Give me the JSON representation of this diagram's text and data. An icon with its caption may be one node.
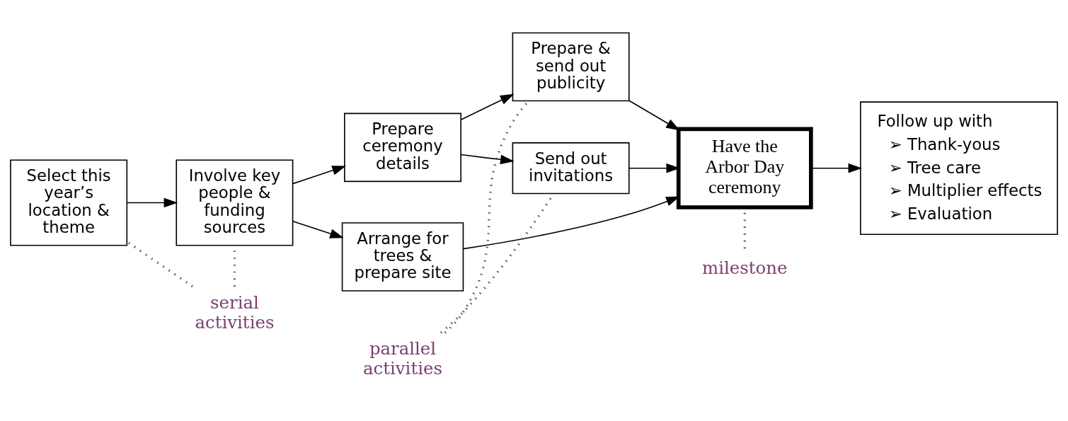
{
  "diagram": {
    "nodes": [
      {
        "text": [
          "Select this year’s location & theme"
        ]
      },
      {
        "text": [
          "Involve key people & funding sources"
        ]
      },
      {
        "text": [
          "Prepare ceremony details"
        ]
      },
      {
        "text": [
          "Prepare & send out publicity"
        ]
      },
      {
        "text": [
          "Send out invitations"
        ]
      },
      {
        "text": [
          "Arrange for trees & prepare site"
        ]
      },
      {
        "text": [
          "Have the Arbor Day ceremony"
        ]
      },
      {
        "text": [
          "Follow up with",
          "➢ Thank-yous",
          "➢ Tree care",
          "➢ Multiplier effects",
          "➢ Evaluation"
        ]
      },
      {
        "text": [
          "parallel activities"
        ]
      },
      {
        "text": [
          "serial activities"
        ]
      },
      {
        "text": [
          "milestone"
        ]
      }
    ],
    "edges": [
      {
        "from": 0,
        "to": 1,
        "arrow": "to"
      },
      {
        "from": 1,
        "to": 2,
        "arrow": "to"
      },
      {
        "from": 2,
        "to": 3,
        "arrow": "to"
      },
      {
        "from": 2,
        "to": 4,
        "arrow": "to"
      },
      {
        "from": 1,
        "to": 5,
        "arrow": "to"
      },
      {
        "from": 3,
        "to": 6,
        "arrow": "to"
      },
      {
        "from": 4,
        "to": 6,
        "arrow": "to"
      },
      {
        "from": 5,
        "to": 6,
        "arrow": "to"
      },
      {
        "from": 6,
        "to": 7,
        "arrow": "to"
      },
      {
        "from": 8,
        "to": 3,
        "arrow": "none",
        "style": "dashed",
        "color": "#7b3f6e"
      },
      {
        "from": 8,
        "to": 4,
        "arrow": "none",
        "style": "dashed",
        "color": "#7b3f6e"
      },
      {
        "from": 9,
        "to": 0,
        "arrow": "none",
        "style": "dashed",
        "color": "#7b3f6e"
      },
      {
        "from": 9,
        "to": 1,
        "arrow": "none",
        "style": "dashed",
        "color": "#7b3f6e"
      },
      {
        "from": 10,
        "to": 6,
        "arrow": "none",
        "style": "dashed",
        "color": "#7b3f6e"
      }
    ]
  }
}
